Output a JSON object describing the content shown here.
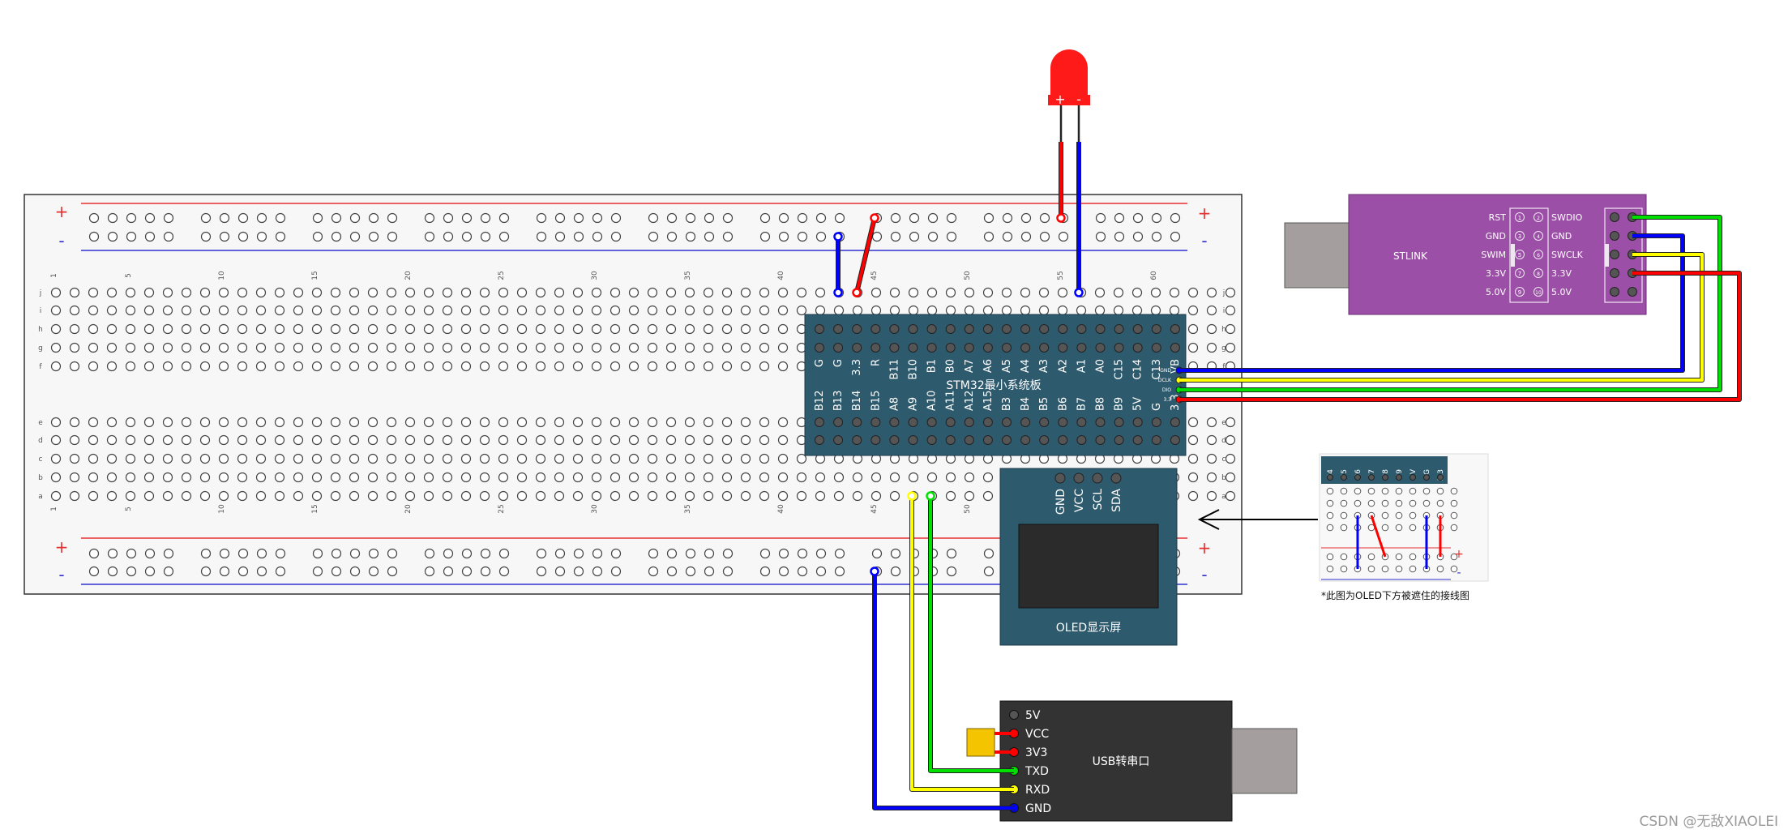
{
  "breadboard": {
    "rail_plus": "+",
    "rail_minus": "-",
    "column_numbers": [
      "1",
      "5",
      "10",
      "15",
      "20",
      "25",
      "30",
      "35",
      "40",
      "45",
      "50",
      "55",
      "60"
    ],
    "row_letters_top": [
      "j",
      "i",
      "h",
      "g",
      "f"
    ],
    "row_letters_bottom": [
      "e",
      "d",
      "c",
      "b",
      "a"
    ]
  },
  "led": {
    "plus": "+",
    "minus": "-",
    "color": "#ff1a1a"
  },
  "stm32": {
    "title": "STM32最小系统板",
    "top_pins": [
      "G",
      "G",
      "3.3",
      "R",
      "B11",
      "B10",
      "B1",
      "B0",
      "A7",
      "A6",
      "A5",
      "A4",
      "A3",
      "A2",
      "A1",
      "A0",
      "C15",
      "C14",
      "C13",
      "VB"
    ],
    "bottom_pins": [
      "B12",
      "B13",
      "B14",
      "B15",
      "A8",
      "A9",
      "A10",
      "A11",
      "A12",
      "A15",
      "B3",
      "B4",
      "B5",
      "B6",
      "B7",
      "B8",
      "B9",
      "5V",
      "G",
      "3.3"
    ],
    "swd_pins": [
      "GND",
      "DCLK",
      "DIO",
      "3.3"
    ],
    "color": "#2e5a6e"
  },
  "oled": {
    "title": "OLED显示屏",
    "pins": [
      "GND",
      "VCC",
      "SCL",
      "SDA"
    ],
    "color": "#2e5a6e"
  },
  "stlink": {
    "title": "STLINK",
    "left_labels": [
      "RST",
      "GND",
      "SWIM",
      "3.3V",
      "5.0V"
    ],
    "right_labels": [
      "SWDIO",
      "GND",
      "SWCLK",
      "3.3V",
      "5.0V"
    ],
    "pin_numbers_left": [
      "1",
      "3",
      "5",
      "7",
      "9"
    ],
    "pin_numbers_right": [
      "2",
      "4",
      "6",
      "8",
      "10"
    ],
    "color": "#9b4fa6"
  },
  "usb_serial": {
    "title": "USB转串口",
    "pins": [
      "5V",
      "VCC",
      "3V3",
      "TXD",
      "RXD",
      "GND"
    ],
    "color": "#333333"
  },
  "inset": {
    "header_pins": [
      "B4",
      "B5",
      "B6",
      "B7",
      "B8",
      "B9",
      "5V",
      "G",
      "3.3"
    ],
    "plus": "+",
    "minus": "-",
    "caption": "*此图为OLED下方被遮住的接线图"
  },
  "watermark": "CSDN @无敌XIAOLEI",
  "wire_colors": {
    "red": "#ff0000",
    "blue": "#0000ff",
    "yellow": "#ffff00",
    "green": "#00e000"
  }
}
